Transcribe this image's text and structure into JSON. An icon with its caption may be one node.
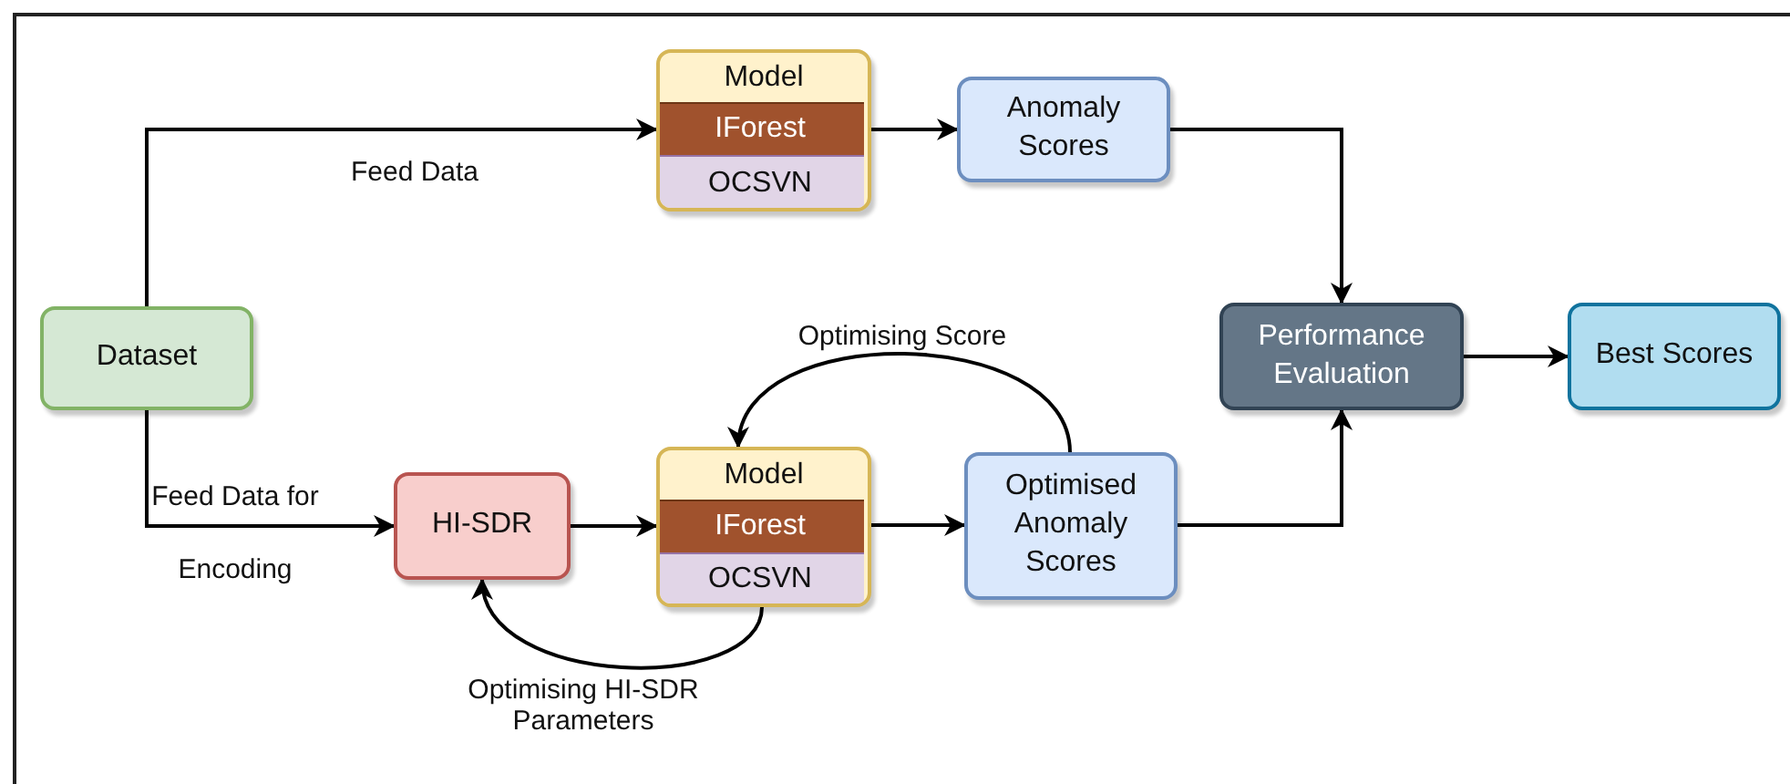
{
  "diagram": {
    "nodes": [
      {
        "text": [
          "Dataset"
        ]
      },
      {
        "text": [
          "Model"
        ]
      },
      {
        "text": [
          "IForest"
        ],
        "in": 1
      },
      {
        "text": [
          "OCSVN"
        ],
        "in": 1
      },
      {
        "text": [
          "Anomaly Scores"
        ]
      },
      {
        "text": [
          "HI-SDR"
        ]
      },
      {
        "text": [
          "Model"
        ]
      },
      {
        "text": [
          "IForest"
        ],
        "in": 6
      },
      {
        "text": [
          "OCSVN"
        ],
        "in": 6
      },
      {
        "text": [
          "Optimised Anomaly Scores"
        ]
      },
      {
        "text": [
          "Performance Evaluation"
        ]
      },
      {
        "text": [
          "Best Scores"
        ]
      }
    ],
    "edges": [
      {
        "from": 0,
        "to": 1,
        "arrow": "to",
        "label": "Feed Data"
      },
      {
        "from": 1,
        "to": 4,
        "arrow": "to"
      },
      {
        "from": 4,
        "to": 10,
        "arrow": "to"
      },
      {
        "from": 0,
        "to": 5,
        "arrow": "to",
        "label": "Feed Data for Encoding"
      },
      {
        "from": 5,
        "to": 6,
        "arrow": "to"
      },
      {
        "from": 6,
        "to": 9,
        "arrow": "to"
      },
      {
        "from": 9,
        "to": 6,
        "arrow": "to",
        "label": "Optimising Score"
      },
      {
        "from": 6,
        "to": 5,
        "arrow": "to",
        "label": "Optimising HI-SDR Parameters"
      },
      {
        "from": 9,
        "to": 10,
        "arrow": "to"
      },
      {
        "from": 10,
        "to": 11,
        "arrow": "to"
      }
    ]
  }
}
